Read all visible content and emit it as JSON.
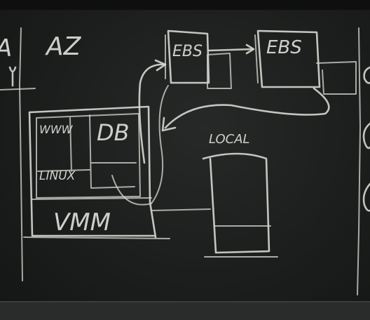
{
  "board": {
    "edge_left_char": "A",
    "region_label": "AZ",
    "ebs_primary": "EBS",
    "ebs_replica": "EBS",
    "local_label": "LOCAL",
    "app_label": "WWW",
    "db_label": "DB",
    "os_label": "LINUX",
    "hypervisor_label": "VMM"
  }
}
